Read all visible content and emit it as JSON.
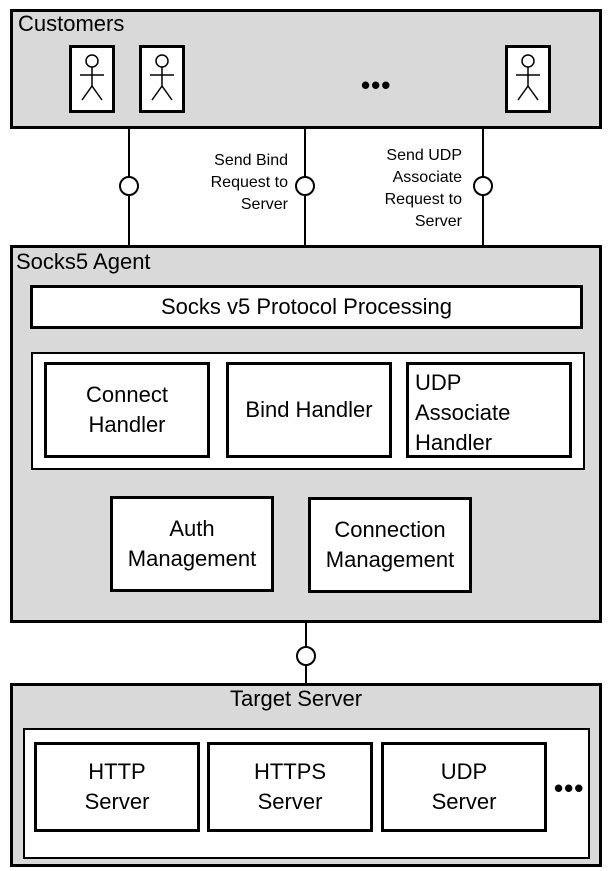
{
  "customers": {
    "title": "Customers",
    "ellipsis": "•••"
  },
  "interfaces": {
    "bind_label": "Send Bind\nRequest to\nServer",
    "udp_label": "Send UDP\nAssociate\nRequest to\nServer"
  },
  "agent": {
    "title": "Socks5 Agent",
    "protocol": "Socks v5 Protocol Processing",
    "handlers": {
      "connect": "Connect\nHandler",
      "bind": "Bind Handler",
      "udp": "UDP\nAssociate\nHandler"
    },
    "auth": "Auth\nManagement",
    "connection": "Connection\nManagement"
  },
  "target": {
    "title": "Target Server",
    "servers": {
      "http": "HTTP\nServer",
      "https": "HTTPS\nServer",
      "udp": "UDP\nServer"
    },
    "ellipsis": "•••"
  }
}
